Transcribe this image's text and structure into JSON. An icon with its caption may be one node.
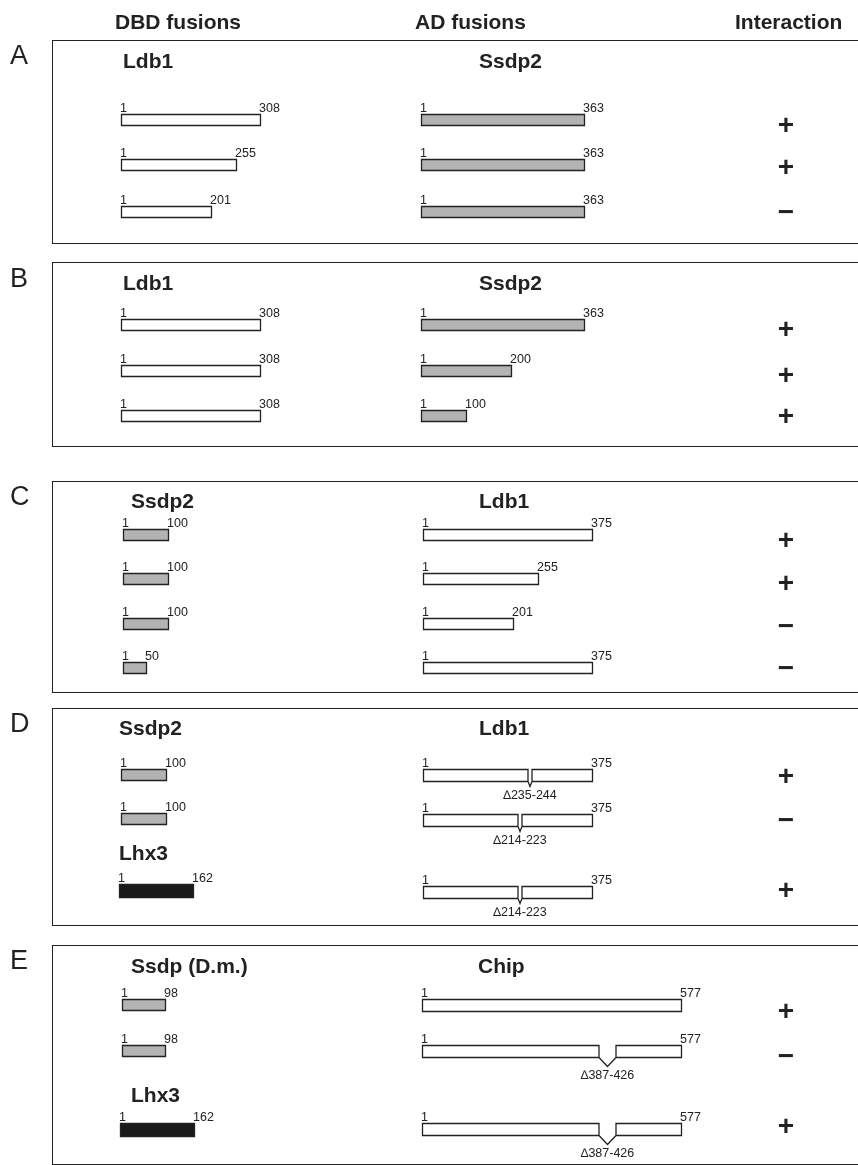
{
  "diagram": {
    "nodes": [
      {
        "text": [
          "Ldb1",
          "Ssdp2",
          "+",
          "+",
          "−"
        ],
        "beside": [
          "A"
        ]
      },
      {
        "text": [
          "1",
          "308"
        ],
        "in": 0
      },
      {
        "text": [
          "1",
          "363"
        ],
        "in": 0
      },
      {
        "text": [
          "1",
          "255"
        ],
        "in": 0
      },
      {
        "text": [
          "1",
          "363"
        ],
        "in": 0
      },
      {
        "text": [
          "1",
          "201"
        ],
        "in": 0
      },
      {
        "text": [
          "1",
          "363"
        ],
        "in": 0
      },
      {
        "text": [
          "Ldb1",
          "Ssdp2",
          "+",
          "+",
          "+"
        ],
        "beside": [
          "B"
        ]
      },
      {
        "text": [
          "1",
          "308"
        ],
        "in": 7
      },
      {
        "text": [
          "1",
          "363"
        ],
        "in": 7
      },
      {
        "text": [
          "1",
          "308"
        ],
        "in": 7
      },
      {
        "text": [
          "1",
          "200"
        ],
        "in": 7
      },
      {
        "text": [
          "1",
          "308"
        ],
        "in": 7
      },
      {
        "text": [
          "1",
          "100"
        ],
        "in": 7
      },
      {
        "text": [
          "Ssdp2",
          "Ldb1",
          "+",
          "+",
          "−",
          "−"
        ],
        "beside": [
          "C"
        ]
      },
      {
        "text": [
          "1",
          "100"
        ],
        "in": 14
      },
      {
        "text": [
          "1",
          "375"
        ],
        "in": 14
      },
      {
        "text": [
          "1",
          "100"
        ],
        "in": 14
      },
      {
        "text": [
          "1",
          "255"
        ],
        "in": 14
      },
      {
        "text": [
          "1",
          "100"
        ],
        "in": 14
      },
      {
        "text": [
          "1",
          "201"
        ],
        "in": 14
      },
      {
        "text": [
          "1",
          "50"
        ],
        "in": 14
      },
      {
        "text": [
          "1",
          "375"
        ],
        "in": 14
      },
      {
        "text": [
          "Ssdp2",
          "Ldb1",
          "Lhx3",
          "+",
          "−",
          "+"
        ],
        "beside": [
          "D"
        ]
      },
      {
        "text": [
          "1",
          "100"
        ],
        "in": 23
      },
      {
        "text": [
          "1",
          "375"
        ],
        "in": 23,
        "beside": [
          "∆235-244"
        ]
      },
      {
        "text": [
          "1",
          "100"
        ],
        "in": 23
      },
      {
        "text": [
          "1",
          "375"
        ],
        "in": 23,
        "beside": [
          "∆214-223"
        ]
      },
      {
        "text": [
          "1",
          "162"
        ],
        "in": 23
      },
      {
        "text": [
          "1",
          "375"
        ],
        "in": 23,
        "beside": [
          "∆214-223"
        ]
      },
      {
        "text": [
          "Ssdp (D.m.)",
          "Chip",
          "Lhx3",
          "+",
          "−",
          "+"
        ],
        "beside": [
          "E"
        ]
      },
      {
        "text": [
          "1",
          "98"
        ],
        "in": 30
      },
      {
        "text": [
          "1",
          "577"
        ],
        "in": 30
      },
      {
        "text": [
          "1",
          "98"
        ],
        "in": 30
      },
      {
        "text": [
          "1",
          "577"
        ],
        "in": 30,
        "beside": [
          "∆387-426"
        ]
      },
      {
        "text": [
          "1",
          "162"
        ],
        "in": 30
      },
      {
        "text": [
          "1",
          "577"
        ],
        "in": 30,
        "beside": [
          "∆387-426"
        ]
      }
    ],
    "labels": [
      "DBD fusions",
      "AD fusions",
      "Interaction"
    ]
  }
}
